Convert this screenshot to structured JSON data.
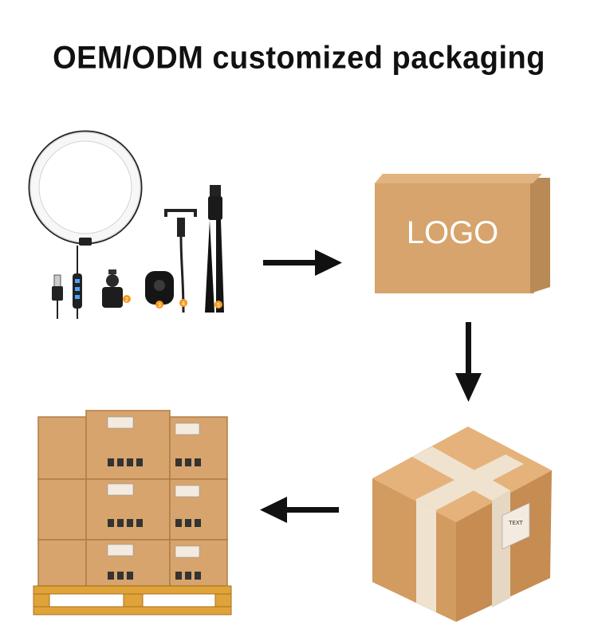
{
  "title": "OEM/ODM customized packaging",
  "box_label": "LOGO",
  "kit_numbers": [
    "2",
    "3",
    "4",
    "5"
  ],
  "shipping_label": "TEXT",
  "colors": {
    "kraft": "#d6a46c",
    "kraft_dark": "#b98a56",
    "kraft_side": "#c79760",
    "tape": "#efe2cf",
    "arrow": "#111111",
    "accent_orange": "#f29a1d",
    "pallet_wood": "#e0a33a"
  },
  "icons": [
    "ring-light-icon",
    "usb-plug-icon",
    "cable-controller-icon",
    "ball-head-icon",
    "bluetooth-remote-icon",
    "phone-holder-icon",
    "tripod-icon",
    "arrow-right-icon",
    "arrow-down-icon",
    "arrow-left-icon",
    "shipping-box-icon",
    "pallet-icon"
  ]
}
